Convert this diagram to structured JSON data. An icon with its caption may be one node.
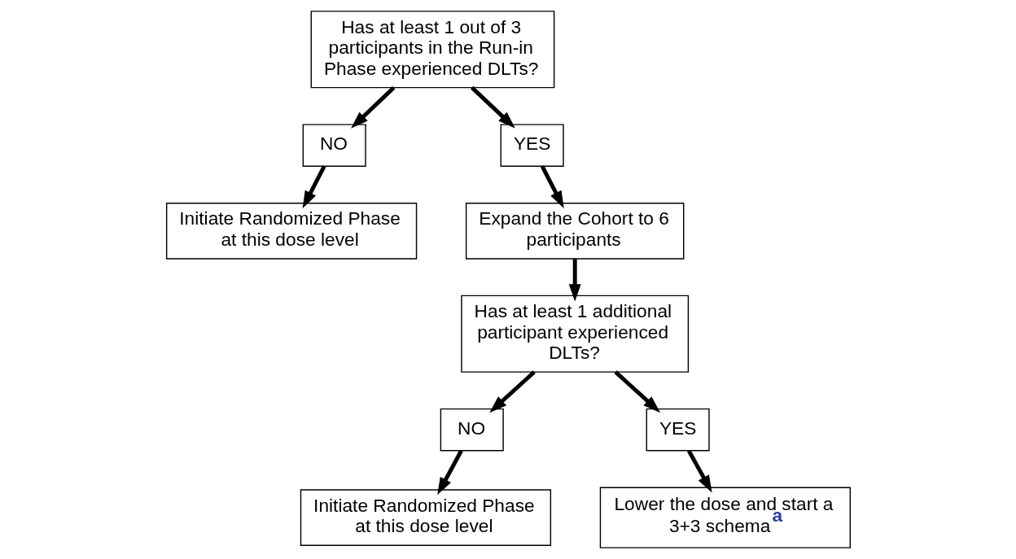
{
  "diagram": {
    "nodes": [
      {
        "text": [
          "Has at least 1 out of 3 participants in the Run-in Phase experienced DLTs?"
        ]
      },
      {
        "text": [
          "NO"
        ]
      },
      {
        "text": [
          "YES"
        ]
      },
      {
        "text": [
          "Initiate Randomized Phase at this dose level"
        ]
      },
      {
        "text": [
          "Expand the Cohort to 6 participants"
        ]
      },
      {
        "text": [
          "Has at least 1 additional participant experienced DLTs?"
        ]
      },
      {
        "text": [
          "NO"
        ]
      },
      {
        "text": [
          "YES"
        ]
      },
      {
        "text": [
          "Initiate Randomized Phase at this dose level"
        ]
      },
      {
        "text": [
          "Lower the dose and start a 3+3 schema$^{a}$"
        ]
      }
    ],
    "edges": [
      {
        "from": 0,
        "to": 1,
        "arrow": "to"
      },
      {
        "from": 0,
        "to": 2,
        "arrow": "to"
      },
      {
        "from": 1,
        "to": 3,
        "arrow": "to"
      },
      {
        "from": 2,
        "to": 4,
        "arrow": "to"
      },
      {
        "from": 4,
        "to": 5,
        "arrow": "to"
      },
      {
        "from": 5,
        "to": 6,
        "arrow": "to"
      },
      {
        "from": 5,
        "to": 7,
        "arrow": "to"
      },
      {
        "from": 6,
        "to": 8,
        "arrow": "to"
      },
      {
        "from": 7,
        "to": 9,
        "arrow": "to"
      }
    ]
  }
}
